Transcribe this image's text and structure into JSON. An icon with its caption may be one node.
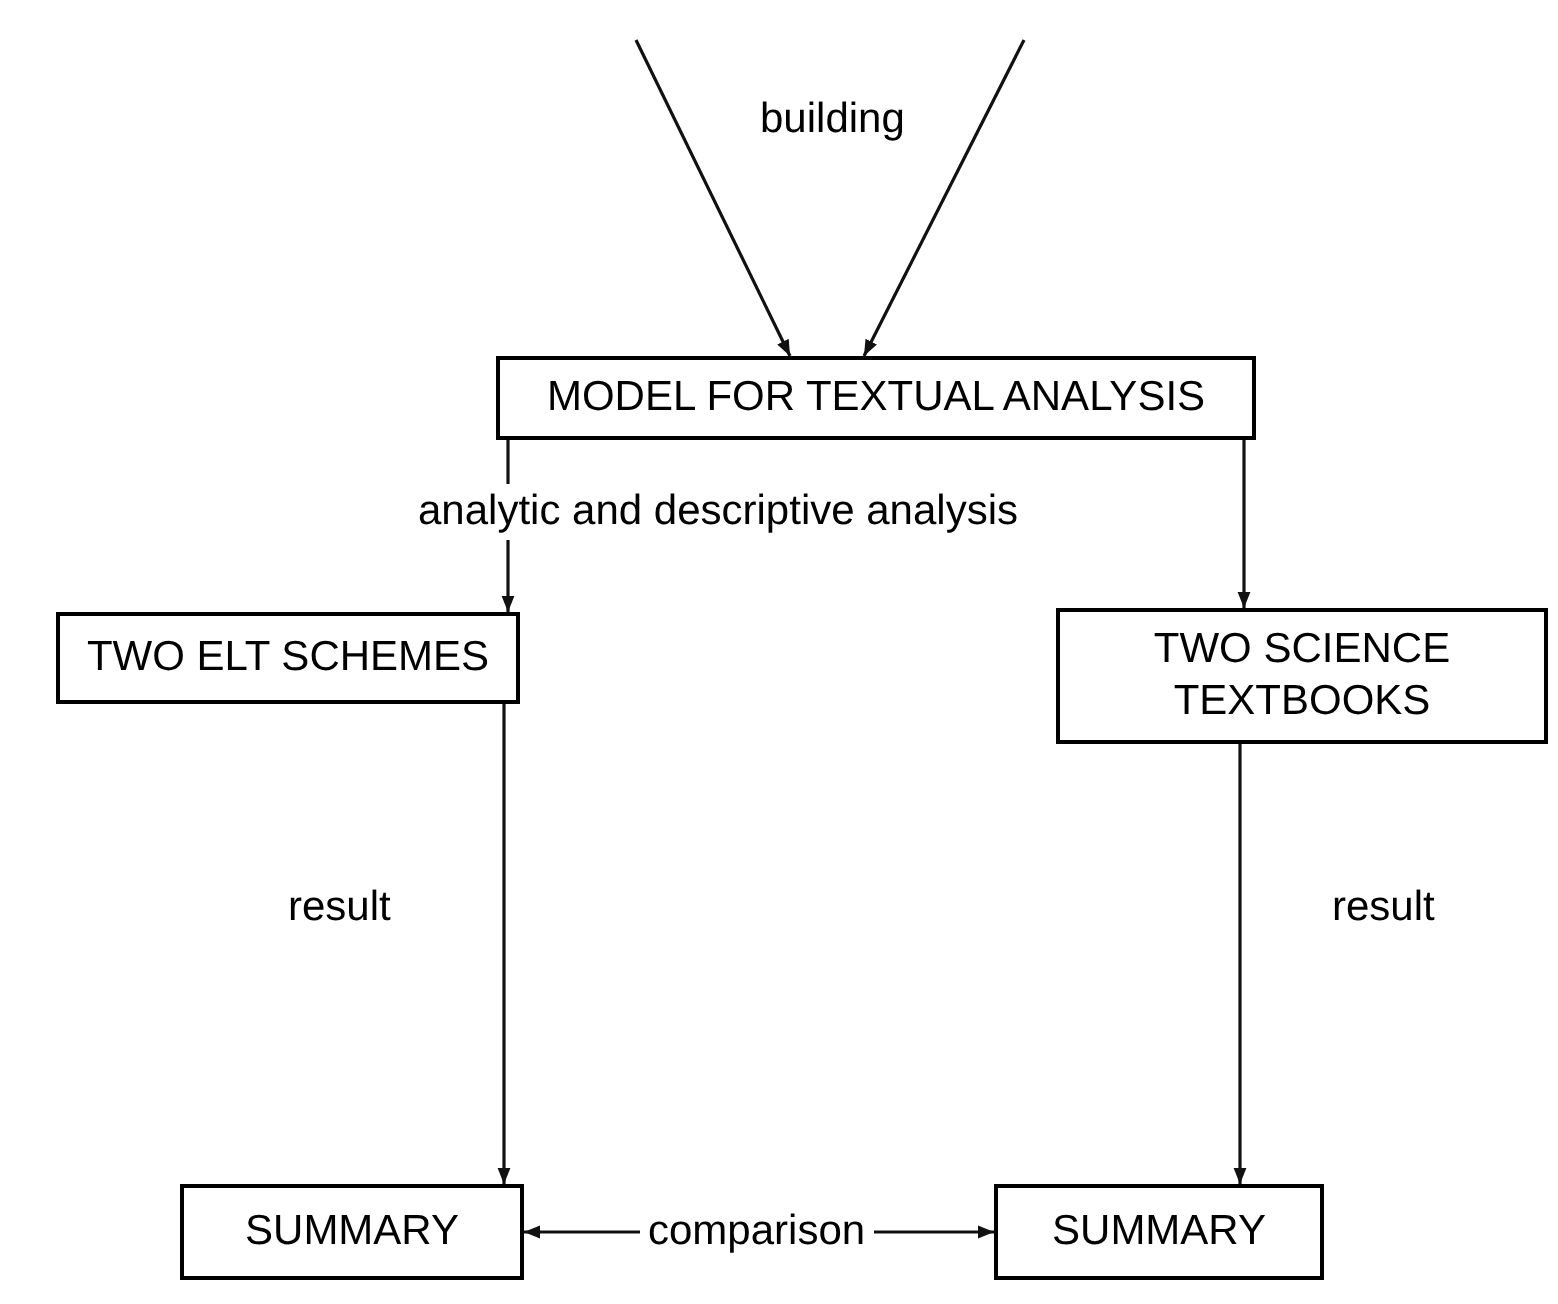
{
  "diagram": {
    "nodes": [
      {
        "text": [
          "MODEL FOR TEXTUAL ANALYSIS"
        ]
      },
      {
        "text": [
          "TWO ELT SCHEMES"
        ]
      },
      {
        "text": [
          "TWO SCIENCE TEXTBOOKS"
        ]
      },
      {
        "text": [
          "SUMMARY"
        ]
      },
      {
        "text": [
          "SUMMARY"
        ]
      }
    ],
    "edges": [
      {
        "from": null,
        "to": 0,
        "arrow": "to"
      },
      {
        "from": null,
        "to": 0,
        "arrow": "to"
      },
      {
        "from": 0,
        "to": 1,
        "arrow": "to"
      },
      {
        "from": 0,
        "to": 2,
        "arrow": "to"
      },
      {
        "from": 1,
        "to": 3,
        "arrow": "to",
        "label": "result"
      },
      {
        "from": 2,
        "to": 4,
        "arrow": "to",
        "label": "result"
      },
      {
        "from": 3,
        "to": 4,
        "arrow": "both",
        "label": "comparison"
      }
    ],
    "labels": [
      "building",
      "analytic and descriptive analysis"
    ]
  }
}
